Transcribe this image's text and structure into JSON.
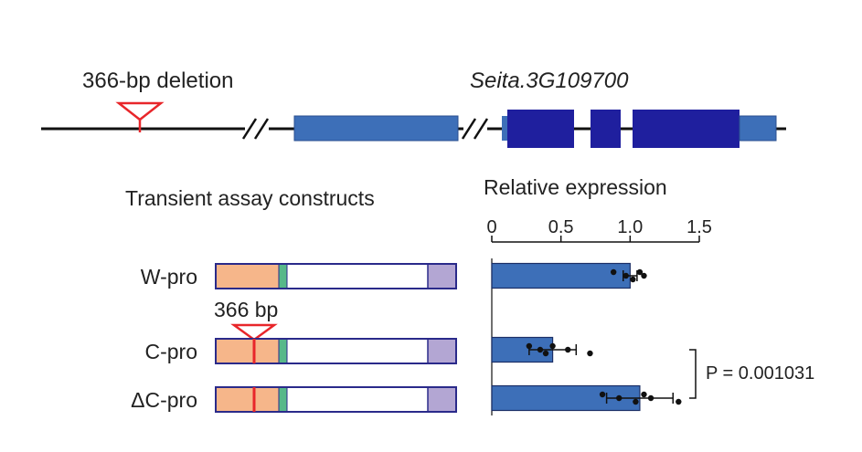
{
  "colors": {
    "exon_dark": "#1f1f9e",
    "utr_blue": "#3d6fb8",
    "bar_fill": "#3d6fb8",
    "promoter_orange": "#f6b68a",
    "green_box": "#57b889",
    "lavender_box": "#b3a6d3",
    "box_outline": "#2a2a8a",
    "deletion_red": "#e8262a",
    "line": "#111111"
  },
  "gene_model": {
    "deletion_label": "366-bp deletion",
    "gene_name": "Seita.3G109700"
  },
  "constructs": {
    "heading": "Transient assay constructs",
    "insert_label": "366 bp",
    "rows": [
      {
        "label": "W-pro",
        "red_line": false
      },
      {
        "label": "C-pro",
        "red_line": true
      },
      {
        "label": "ΔC-pro",
        "red_line": true
      }
    ]
  },
  "chart_data": {
    "type": "bar",
    "orientation": "horizontal",
    "title": "Relative expression",
    "xlim": [
      0,
      1.5
    ],
    "ticks": [
      0,
      0.5,
      1.0,
      1.5
    ],
    "tick_labels": [
      "0",
      "0.5",
      "1.0",
      "1.5"
    ],
    "categories": [
      "W-pro",
      "C-pro",
      "ΔC-pro"
    ],
    "values": [
      1.0,
      0.44,
      1.07
    ],
    "errors": [
      0.05,
      0.17,
      0.24
    ],
    "points": [
      [
        0.88,
        0.97,
        1.02,
        1.07,
        1.1
      ],
      [
        0.27,
        0.35,
        0.39,
        0.44,
        0.55,
        0.71
      ],
      [
        0.8,
        0.92,
        1.04,
        1.1,
        1.15,
        1.35
      ]
    ],
    "annotation": {
      "text": "P = 0.001031",
      "between": [
        "C-pro",
        "ΔC-pro"
      ]
    }
  }
}
